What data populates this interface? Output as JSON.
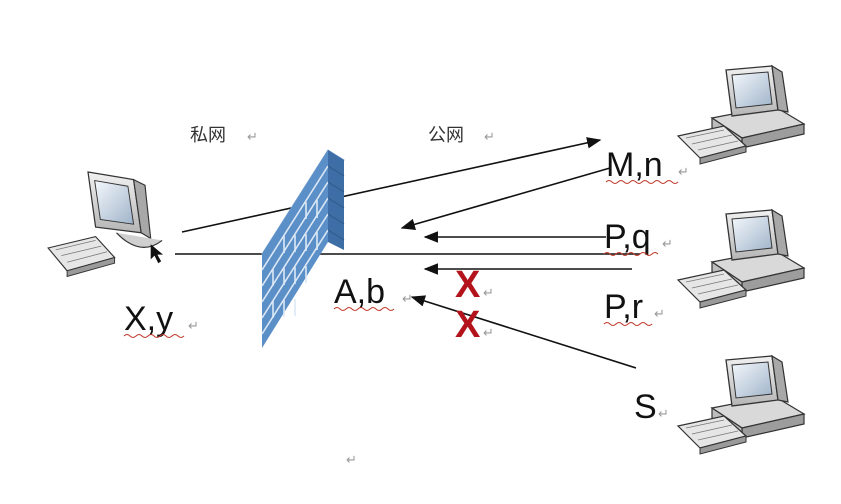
{
  "diagram": {
    "zone_private": "私网",
    "zone_public": "公网",
    "addr_private_host": "X,y",
    "addr_firewall": "A,b",
    "addr_server_m": "M,n",
    "addr_server_pq": "P,q",
    "addr_server_pr": "P,r",
    "addr_server_s": "S",
    "blocked_mark_1": "X",
    "blocked_mark_2": "X",
    "return_symbol": "↵"
  },
  "colors": {
    "brick_face": "#5b8fc8",
    "brick_top": "#cfe0f2",
    "brick_side": "#3d6fa6",
    "blocked": "#b3141b"
  },
  "icons": [
    "computer-icon",
    "firewall-icon"
  ]
}
